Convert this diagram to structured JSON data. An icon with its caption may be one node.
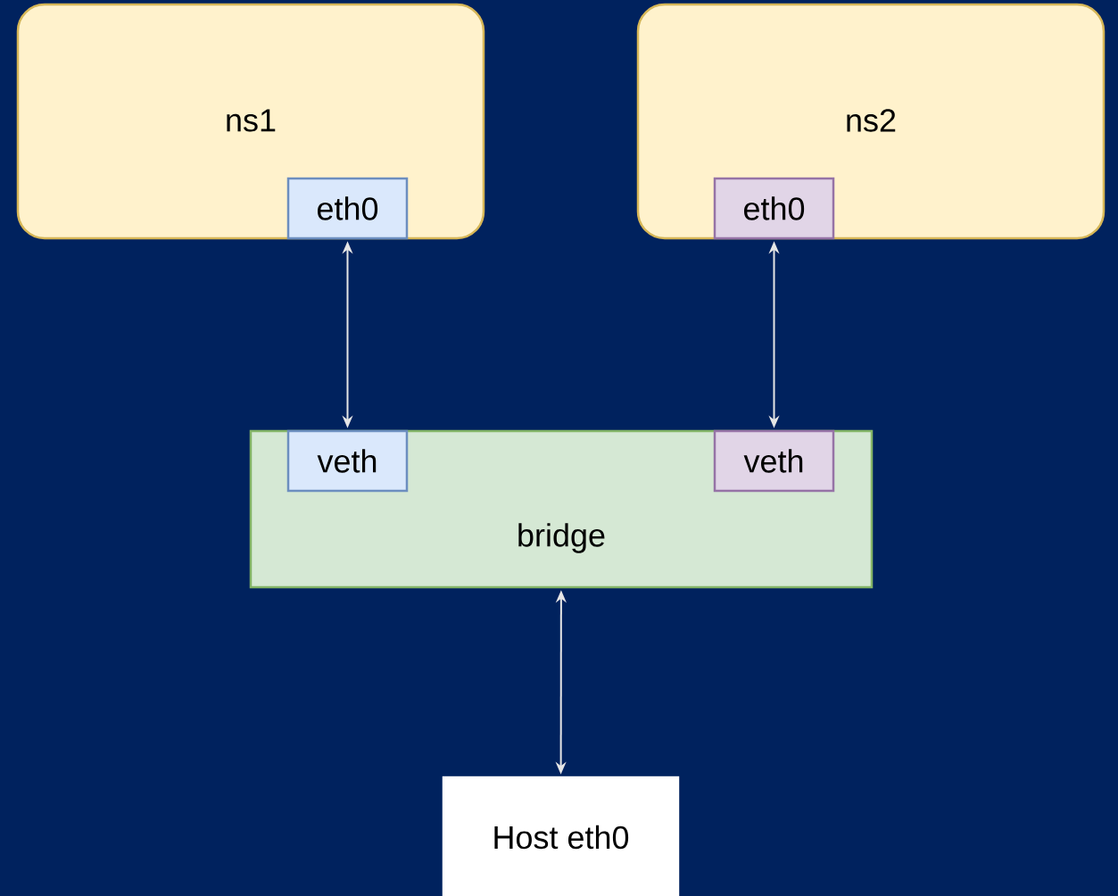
{
  "diagram": {
    "nodes": [
      {
        "text": [
          "ns1"
        ]
      },
      {
        "text": [
          "eth0"
        ],
        "in": 0
      },
      {
        "text": [
          "ns2"
        ]
      },
      {
        "text": [
          "eth0"
        ],
        "in": 2
      },
      {
        "text": [
          "bridge"
        ]
      },
      {
        "text": [
          "veth"
        ],
        "in": 4
      },
      {
        "text": [
          "veth"
        ],
        "in": 4
      },
      {
        "text": [
          "Host eth0"
        ]
      }
    ],
    "edges": [
      {
        "from": 1,
        "to": 5,
        "arrow": "both"
      },
      {
        "from": 3,
        "to": 6,
        "arrow": "both"
      },
      {
        "from": 4,
        "to": 7,
        "arrow": "both"
      }
    ]
  }
}
